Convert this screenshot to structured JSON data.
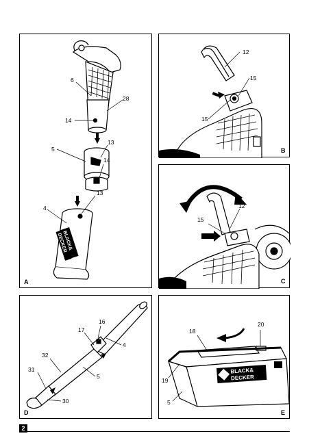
{
  "page": {
    "number": "2"
  },
  "panels": {
    "A": {
      "label": "A",
      "callouts": [
        "6",
        "28",
        "14",
        "13",
        "5",
        "14",
        "13",
        "4"
      ],
      "brand": [
        "BLACK",
        "&",
        "DECKER"
      ]
    },
    "B": {
      "label": "B",
      "callouts": [
        "12",
        "15",
        "15"
      ]
    },
    "C": {
      "label": "C",
      "callouts": [
        "12",
        "15"
      ]
    },
    "D": {
      "label": "D",
      "callouts": [
        "16",
        "17",
        "4",
        "32",
        "5",
        "31",
        "30"
      ]
    },
    "E": {
      "label": "E",
      "callouts": [
        "18",
        "20",
        "19",
        "5"
      ],
      "brand": [
        "BLACK",
        "&",
        "DECKER"
      ]
    }
  }
}
